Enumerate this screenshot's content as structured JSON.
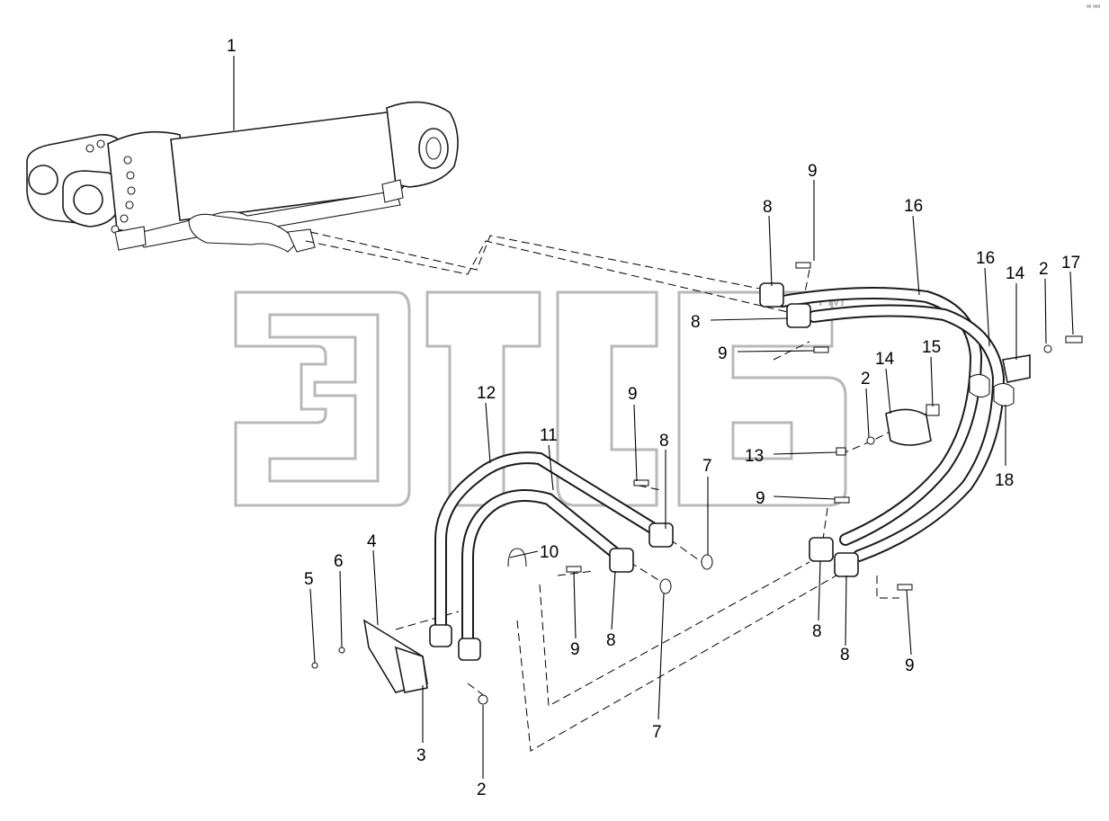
{
  "diagram": {
    "corner_mark": "ᵒᵒ ᵒᵒᵒ",
    "watermark": {
      "text": "ЭПСБ",
      "tm": "ТМ"
    },
    "callouts": [
      {
        "id": "c1",
        "label": "1"
      },
      {
        "id": "c9a",
        "label": "9"
      },
      {
        "id": "c8a",
        "label": "8"
      },
      {
        "id": "c16a",
        "label": "16"
      },
      {
        "id": "c16b",
        "label": "16"
      },
      {
        "id": "c14a",
        "label": "14"
      },
      {
        "id": "c2a",
        "label": "2"
      },
      {
        "id": "c17",
        "label": "17"
      },
      {
        "id": "c8b",
        "label": "8"
      },
      {
        "id": "c9b",
        "label": "9"
      },
      {
        "id": "c15",
        "label": "15"
      },
      {
        "id": "c14b",
        "label": "14"
      },
      {
        "id": "c2b",
        "label": "2"
      },
      {
        "id": "c13",
        "label": "13"
      },
      {
        "id": "c18",
        "label": "18"
      },
      {
        "id": "c12",
        "label": "12"
      },
      {
        "id": "c11",
        "label": "11"
      },
      {
        "id": "c9c",
        "label": "9"
      },
      {
        "id": "c8c",
        "label": "8"
      },
      {
        "id": "c7a",
        "label": "7"
      },
      {
        "id": "c9d",
        "label": "9"
      },
      {
        "id": "c10",
        "label": "10"
      },
      {
        "id": "c5",
        "label": "5"
      },
      {
        "id": "c6",
        "label": "6"
      },
      {
        "id": "c4",
        "label": "4"
      },
      {
        "id": "c9e",
        "label": "9"
      },
      {
        "id": "c8d",
        "label": "8"
      },
      {
        "id": "c7b",
        "label": "7"
      },
      {
        "id": "c3",
        "label": "3"
      },
      {
        "id": "c2c",
        "label": "2"
      },
      {
        "id": "c8e",
        "label": "8"
      },
      {
        "id": "c8f",
        "label": "8"
      },
      {
        "id": "c9f",
        "label": "9"
      }
    ]
  }
}
